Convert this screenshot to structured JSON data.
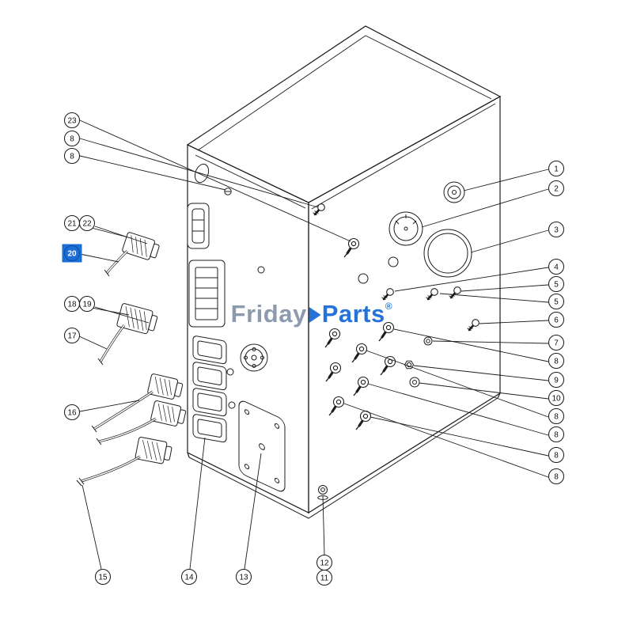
{
  "diagram": {
    "watermark": {
      "part1": "Friday",
      "part2": "Parts",
      "registered": "®"
    },
    "colors": {
      "highlight": "#1b6fd6",
      "watermark_gray": "#8795aa",
      "watermark_blue": "#1a6cd8",
      "line": "#1c1c1c"
    },
    "callouts": [
      {
        "label": "23"
      },
      {
        "label": "8"
      },
      {
        "label": "8"
      },
      {
        "label": "21"
      },
      {
        "label": "22"
      },
      {
        "label": "20",
        "highlighted": true
      },
      {
        "label": "18"
      },
      {
        "label": "19"
      },
      {
        "label": "17"
      },
      {
        "label": "16"
      },
      {
        "label": "15"
      },
      {
        "label": "14"
      },
      {
        "label": "13"
      },
      {
        "label": "12"
      },
      {
        "label": "11"
      },
      {
        "label": "1"
      },
      {
        "label": "2"
      },
      {
        "label": "3"
      },
      {
        "label": "4"
      },
      {
        "label": "5"
      },
      {
        "label": "5"
      },
      {
        "label": "6"
      },
      {
        "label": "7"
      },
      {
        "label": "8"
      },
      {
        "label": "9"
      },
      {
        "label": "10"
      },
      {
        "label": "8"
      },
      {
        "label": "8"
      },
      {
        "label": "8"
      },
      {
        "label": "8"
      }
    ]
  }
}
